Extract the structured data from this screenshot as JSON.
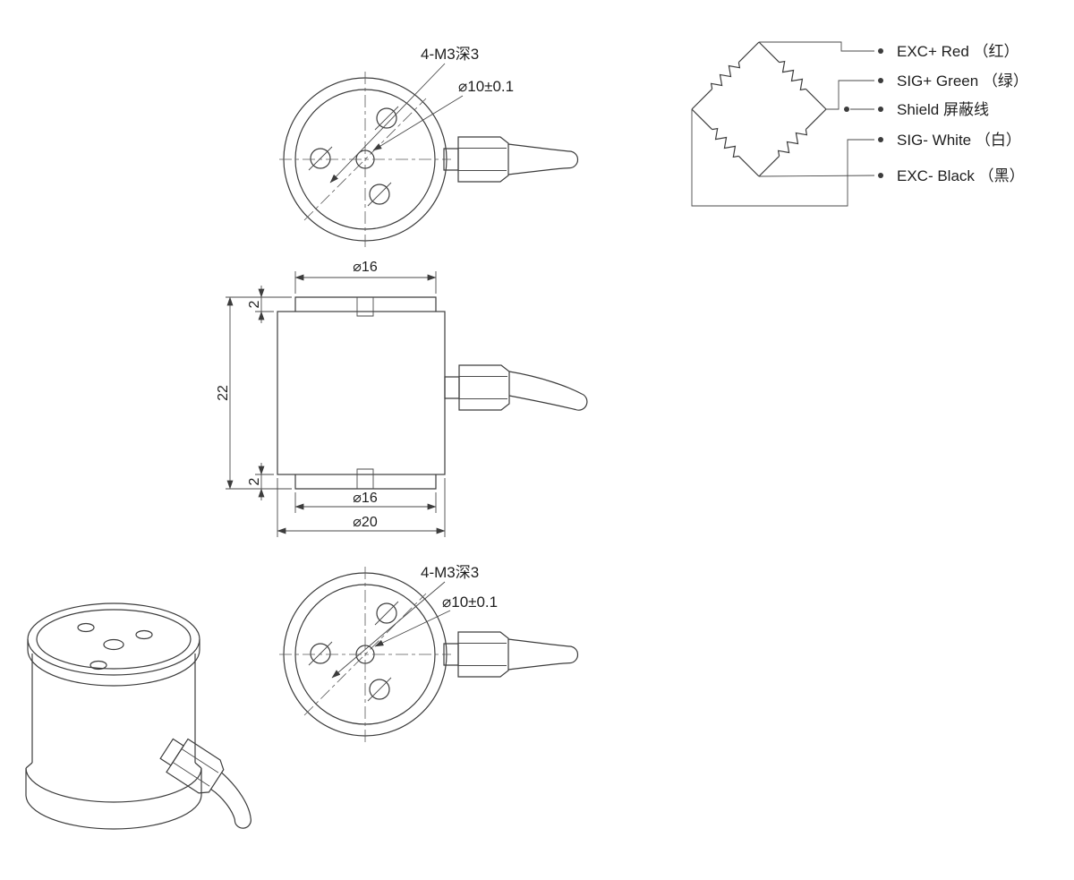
{
  "top_view_front": {
    "thread_label": "4-M3深3",
    "bore_label": "⌀10±0.1"
  },
  "side_view": {
    "dia_top": "⌀16",
    "step_top": "2",
    "height": "22",
    "step_bottom": "2",
    "dia_bottom": "⌀16",
    "dia_outer": "⌀20"
  },
  "top_view_bottom": {
    "thread_label": "4-M3深3",
    "bore_label": "⌀10±0.1"
  },
  "wiring": {
    "labels": [
      "EXC+ Red （红）",
      "SIG+ Green （绿）",
      "Shield  屏蔽线",
      "SIG- White （白）",
      "EXC- Black （黑）"
    ]
  },
  "colors": {
    "line": "#3c3c3c",
    "text": "#1e1e1e",
    "background": "#ffffff"
  }
}
